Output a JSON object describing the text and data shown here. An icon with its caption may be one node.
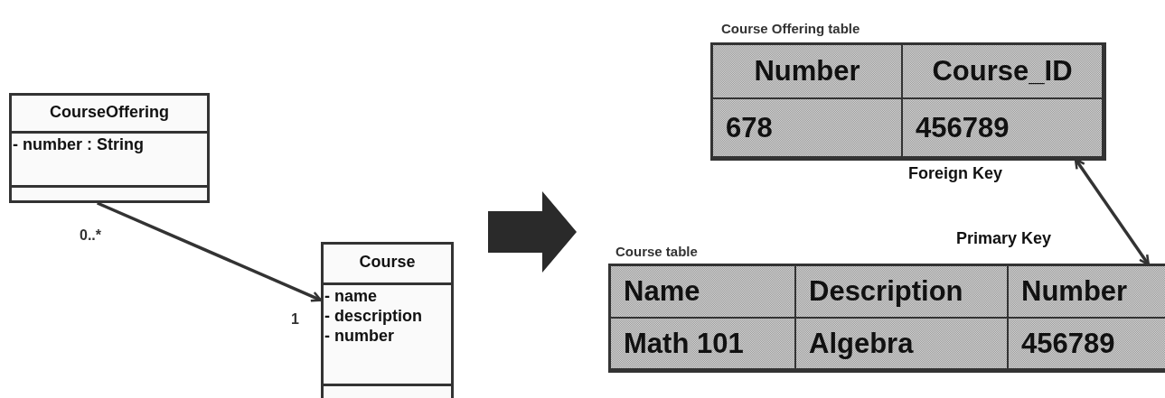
{
  "diagram": {
    "nodes": [
      {
        "text": [
          "CourseOffering",
          "- number : String"
        ]
      },
      {
        "text": [
          "Course",
          "- name",
          "- description",
          "- number"
        ]
      },
      {
        "text": [
          "Course Offering table"
        ]
      },
      {
        "text": [
          "Number"
        ],
        "in": 2
      },
      {
        "text": [
          "Course_ID"
        ],
        "in": 2
      },
      {
        "text": [
          "678"
        ],
        "in": 2
      },
      {
        "text": [
          "456789"
        ],
        "in": 2,
        "beside": [
          "Foreign Key"
        ]
      },
      {
        "text": [
          "Course table"
        ]
      },
      {
        "text": [
          "Name"
        ],
        "in": 7
      },
      {
        "text": [
          "Description"
        ],
        "in": 7
      },
      {
        "text": [
          "Number"
        ],
        "in": 7,
        "beside": [
          "Primary Key"
        ]
      },
      {
        "text": [
          "Math 101"
        ],
        "in": 7
      },
      {
        "text": [
          "Algebra"
        ],
        "in": 7
      },
      {
        "text": [
          "456789"
        ],
        "in": 7
      }
    ],
    "edges": [
      {
        "from": 0,
        "to": 1,
        "arrow": "to"
      },
      {
        "from": 6,
        "to": 10,
        "arrow": "both"
      }
    ],
    "labels": [
      "0..*",
      "1"
    ]
  }
}
